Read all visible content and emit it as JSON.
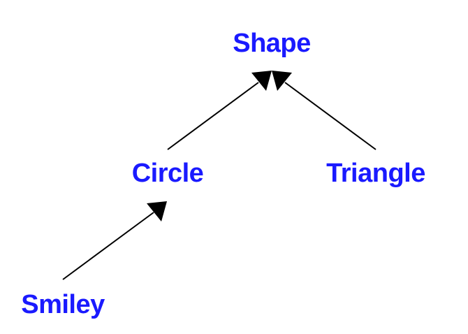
{
  "colors": {
    "label": "#1a1aff",
    "edge": "#000000"
  },
  "nodes": {
    "shape": "Shape",
    "circle": "Circle",
    "triangle": "Triangle",
    "smiley": "Smiley"
  },
  "edges": [
    {
      "from": "circle",
      "to": "shape"
    },
    {
      "from": "triangle",
      "to": "shape"
    },
    {
      "from": "smiley",
      "to": "circle"
    }
  ]
}
